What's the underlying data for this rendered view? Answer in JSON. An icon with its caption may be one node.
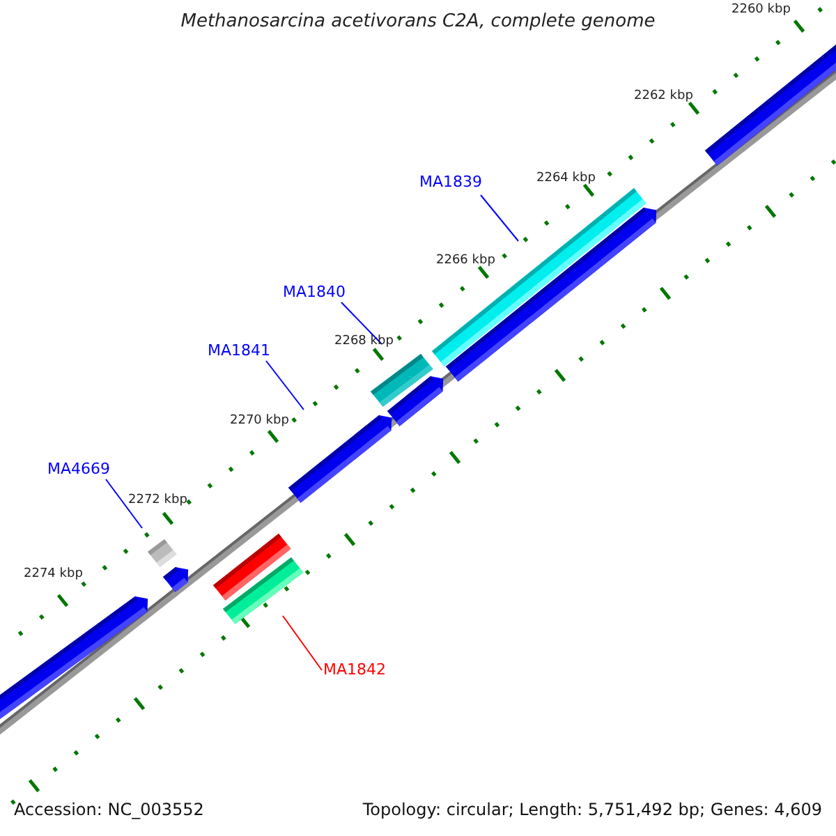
{
  "diagram": {
    "title": "Methanosarcina acetivorans C2A, complete genome",
    "nodes": [
      {
        "text": [
          "MA1839"
        ]
      },
      {
        "text": [],
        "shape": "bar"
      },
      {
        "text": [
          "MA1840"
        ]
      },
      {
        "text": [],
        "shape": "bar"
      },
      {
        "text": [
          "MA1841"
        ]
      },
      {
        "text": [],
        "shape": "bar"
      },
      {
        "text": [
          "MA4669"
        ]
      },
      {
        "text": [],
        "shape": "bar"
      },
      {
        "text": [
          "MA1842"
        ]
      },
      {
        "text": [],
        "shape": "bar"
      }
    ],
    "edges": [
      {
        "from": 0,
        "to": 1,
        "arrow": "none"
      },
      {
        "from": 2,
        "to": 3,
        "arrow": "none"
      },
      {
        "from": 4,
        "to": 5,
        "arrow": "none"
      },
      {
        "from": 6,
        "to": 7,
        "arrow": "none"
      },
      {
        "from": 8,
        "to": 9,
        "arrow": "none",
        "color": "#ff0000"
      }
    ],
    "labels": [
      "2260 kbp",
      "2262 kbp",
      "2264 kbp",
      "2266 kbp",
      "2268 kbp",
      "2270 kbp",
      "2272 kbp",
      "2274 kbp",
      "Accession: NC_003552",
      "Topology: circular; Length: 5,751,492 bp; Genes: 4,609"
    ]
  }
}
